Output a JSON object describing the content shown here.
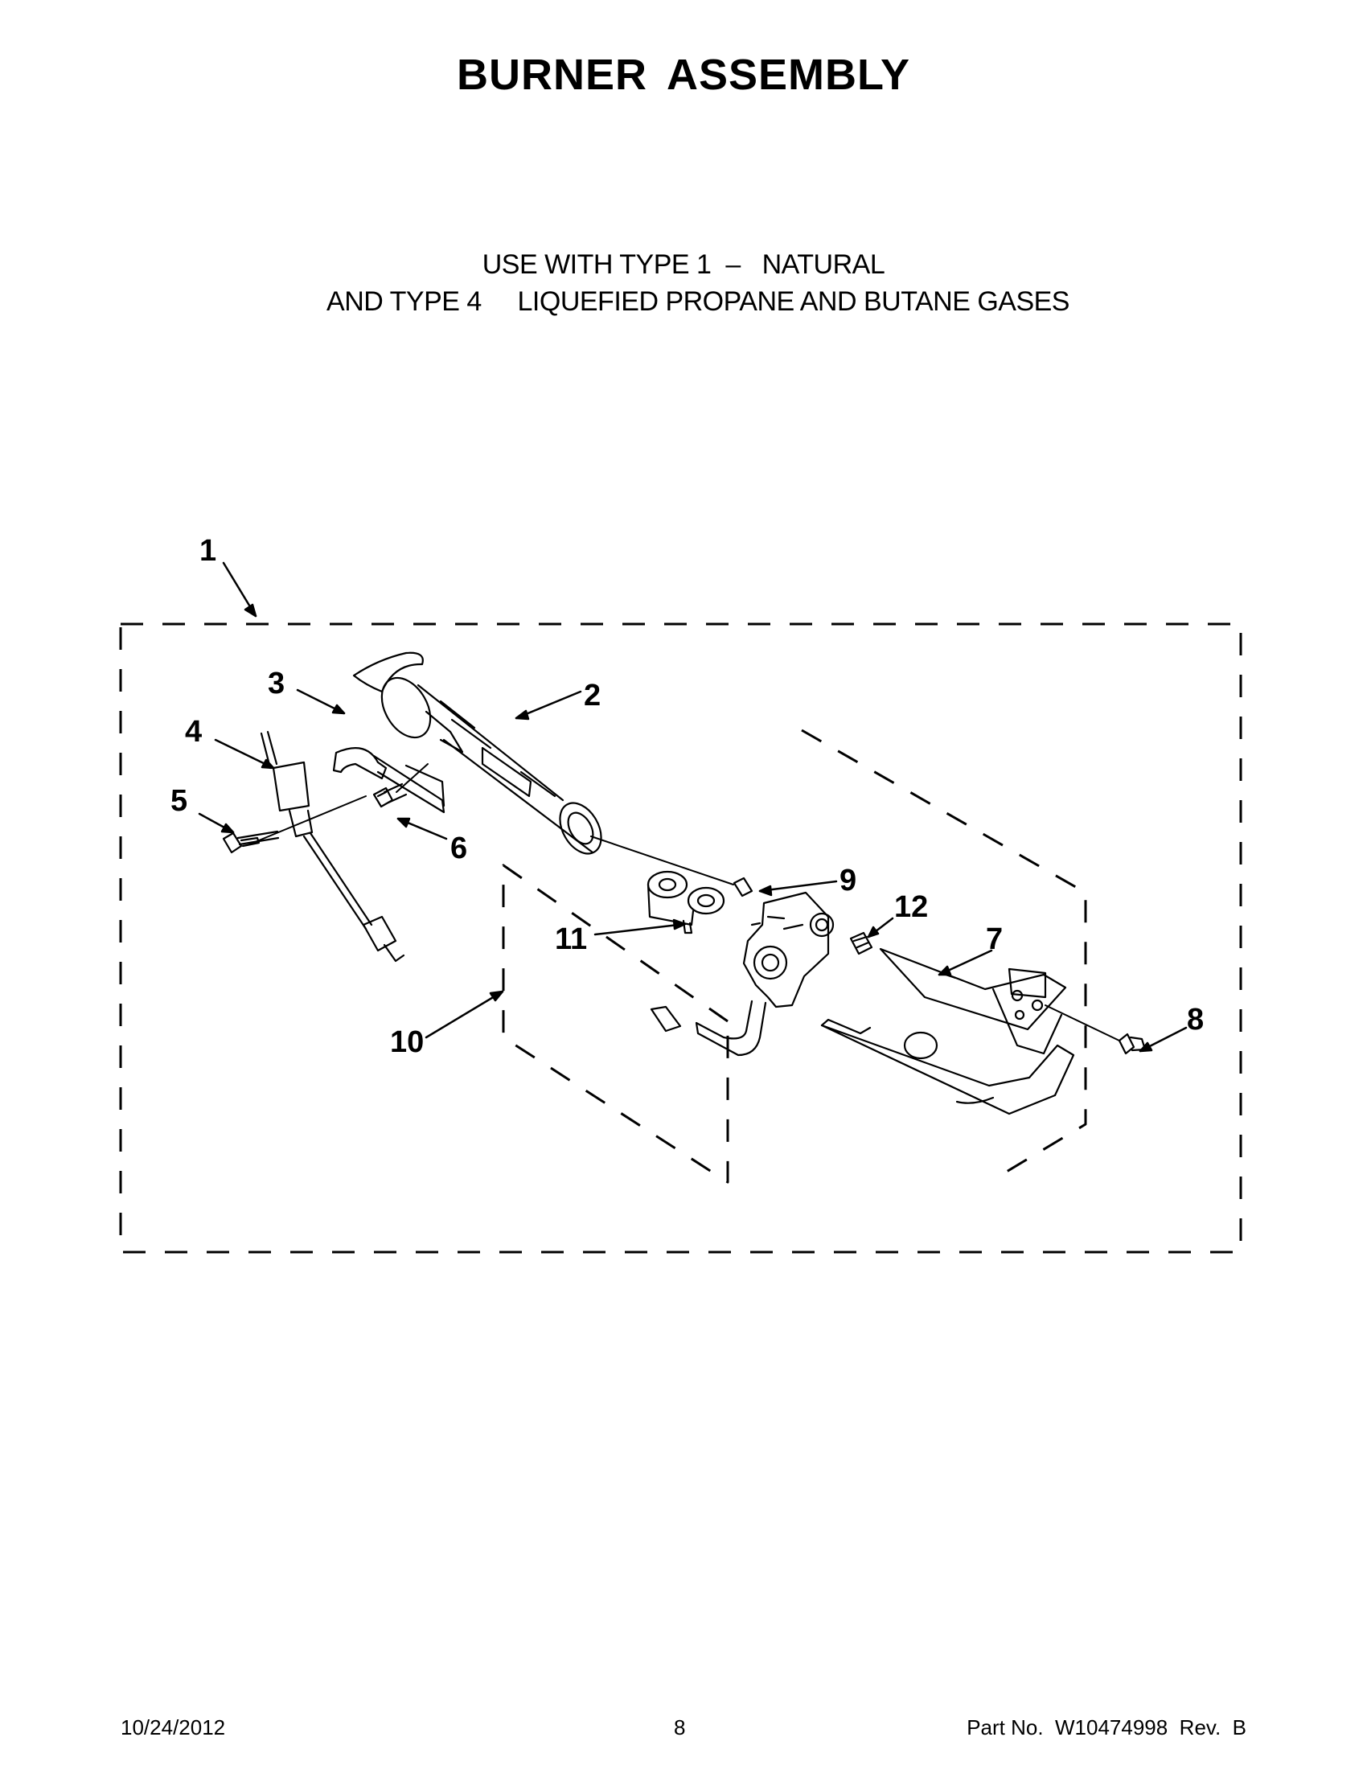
{
  "page": {
    "title": "BURNER ASSEMBLY",
    "subtitle_line1": "USE WITH TYPE 1  –   NATURAL",
    "subtitle_line2": "AND TYPE 4     LIQUEFIED PROPANE AND BUTANE GASES"
  },
  "callouts": [
    "1",
    "2",
    "3",
    "4",
    "5",
    "6",
    "7",
    "8",
    "9",
    "10",
    "11",
    "12"
  ],
  "footer": {
    "date": "10/24/2012",
    "page_number": "8",
    "part_number": "Part No.  W10474998  Rev.  B"
  }
}
